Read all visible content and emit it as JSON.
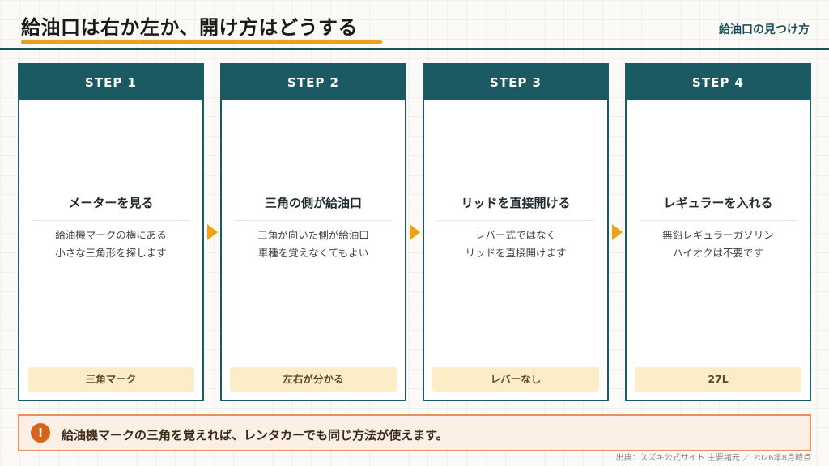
{
  "header": {
    "title": "給油口は右か左か、開け方はどうする",
    "subtitle": "給油口の見つけ方"
  },
  "steps": [
    {
      "label": "STEP 1",
      "title": "メーターを見る",
      "desc1": "給油機マークの横にある",
      "desc2": "小さな三角形を探します",
      "tag": "三角マーク"
    },
    {
      "label": "STEP 2",
      "title": "三角の側が給油口",
      "desc1": "三角が向いた側が給油口",
      "desc2": "車種を覚えなくてもよい",
      "tag": "左右が分かる"
    },
    {
      "label": "STEP 3",
      "title": "リッドを直接開ける",
      "desc1": "レバー式ではなく",
      "desc2": "リッドを直接開けます",
      "tag": "レバーなし"
    },
    {
      "label": "STEP 4",
      "title": "レギュラーを入れる",
      "desc1": "無鉛レギュラーガソリン",
      "desc2": "ハイオクは不要です",
      "tag": "27L"
    }
  ],
  "callout": {
    "icon": "exclamation-icon",
    "icon_glyph": "!",
    "text": "給油機マークの三角を覚えれば、レンタカーでも同じ方法が使えます。"
  },
  "source": "出典：スズキ公式サイト 主要諸元 ／ 2026年8月時点",
  "colors": {
    "teal": "#1b5a62",
    "accent": "#e8a21d",
    "warning": "#d8641c"
  }
}
